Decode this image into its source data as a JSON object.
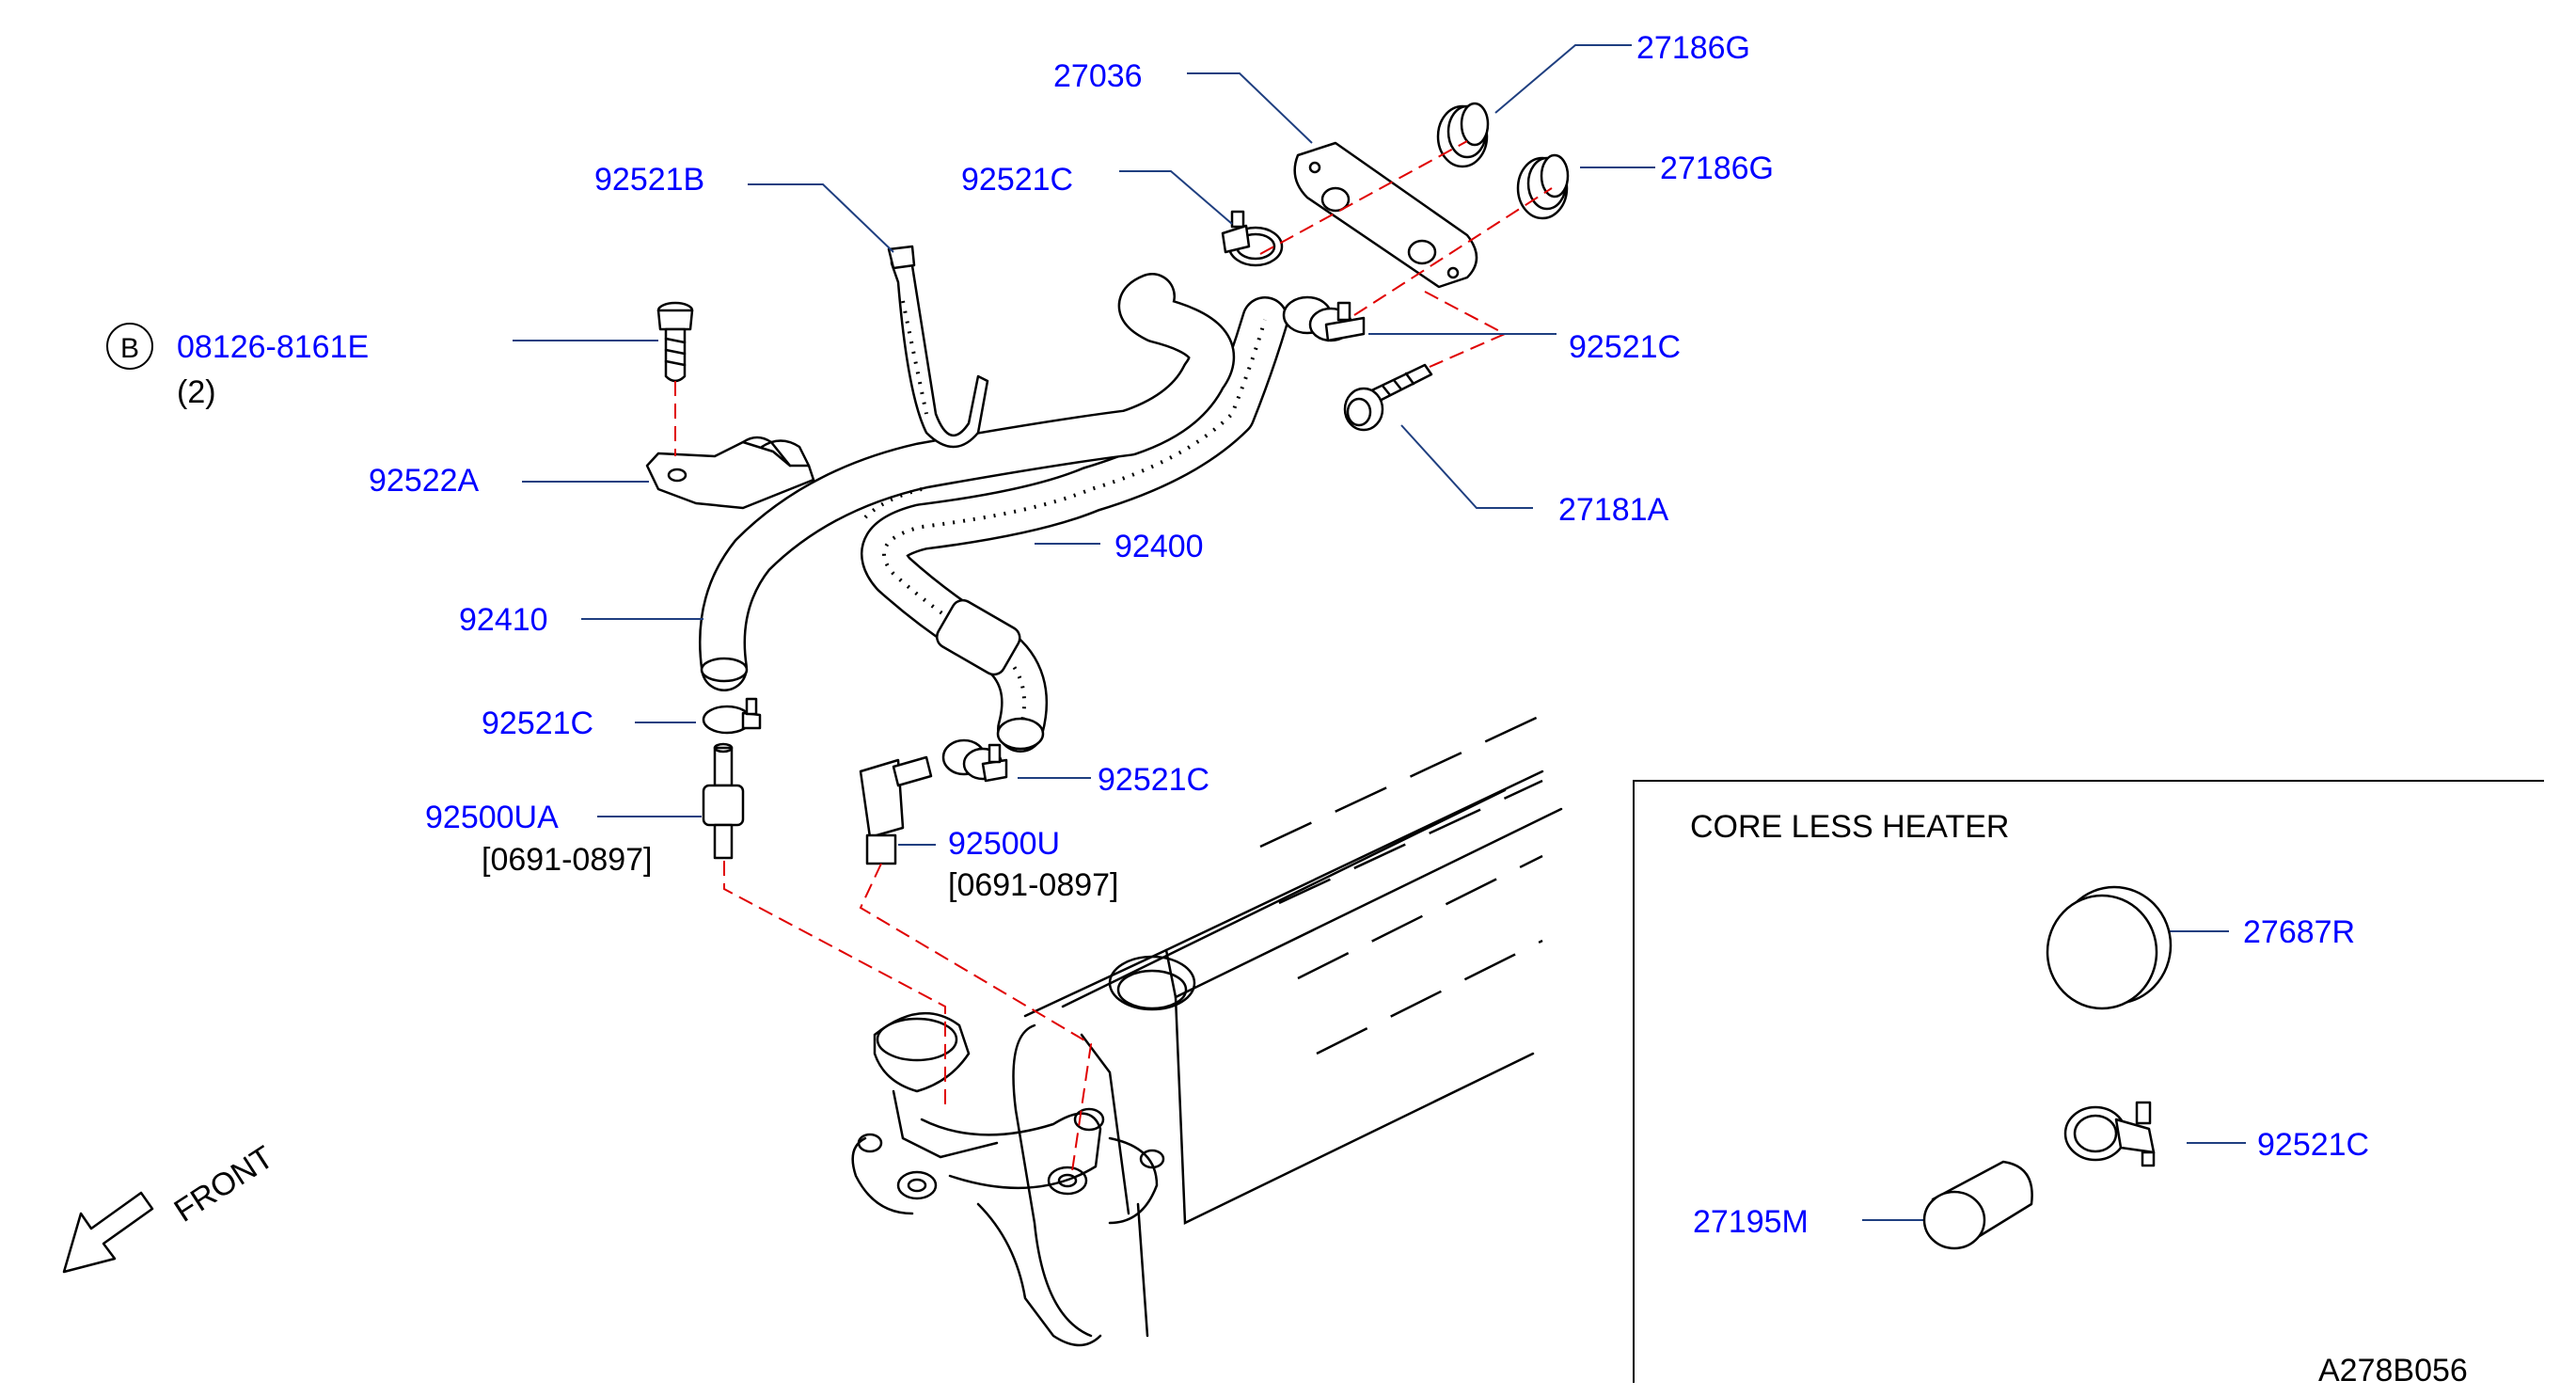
{
  "labels": {
    "p27036": "27036",
    "p27186g_1": "27186G",
    "p27186g_2": "27186G",
    "p92521b": "92521B",
    "p92521c_1": "92521C",
    "p92521c_2": "92521C",
    "p92521c_3": "92521C",
    "p92521c_4": "92521C",
    "p92521c_5": "92521C",
    "p08126": "08126-8161E",
    "qty": "(2)",
    "b_mark": "B",
    "p92522a": "92522A",
    "p27181a": "27181A",
    "p92400": "92400",
    "p92410": "92410",
    "p92500ua": "92500UA",
    "p92500u": "92500U",
    "date1": "[0691-0897]",
    "date2": "[0691-0897]",
    "front": "FRONT"
  },
  "inset": {
    "title": "CORE   LESS   HEATER",
    "p27687r": "27687R",
    "p27195m": "27195M"
  },
  "diagram_code": "A278B056",
  "colors": {
    "label": "#0000ff",
    "leader": "#1f3f80",
    "dashed": "#e00000"
  }
}
